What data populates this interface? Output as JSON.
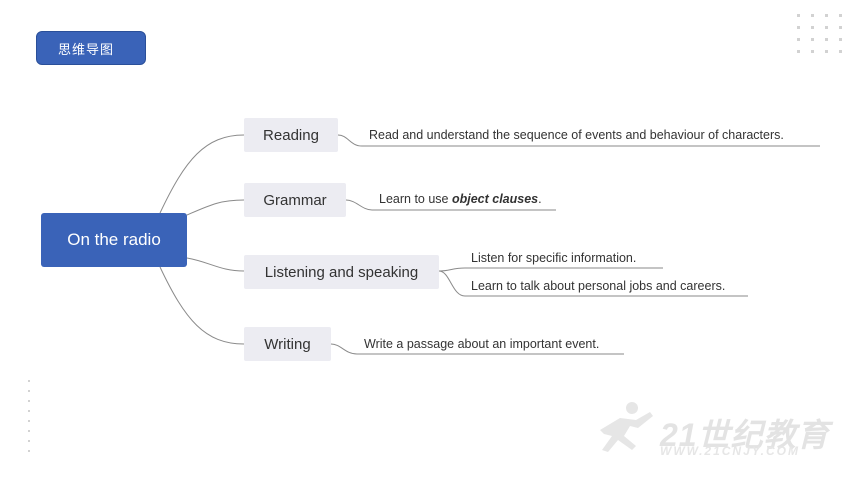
{
  "header": {
    "title": "思维导图"
  },
  "mindmap": {
    "root": "On the radio",
    "branches": [
      {
        "label": "Reading",
        "leaves": [
          "Read  and understand the sequence of events and behaviour of characters."
        ]
      },
      {
        "label": "Grammar",
        "leaves": [
          {
            "prefix": "Learn to use ",
            "emphasis": "object clauses",
            "suffix": "."
          }
        ]
      },
      {
        "label": "Listening and speaking",
        "leaves": [
          "Listen for specific information.",
          "Learn to talk about personal jobs and careers."
        ]
      },
      {
        "label": "Writing",
        "leaves": [
          "Write a passage about an important event."
        ]
      }
    ]
  },
  "watermark": {
    "logo_text": "21世纪教育",
    "url": "WWW.21CNJY.COM"
  },
  "colors": {
    "accent": "#3a63b8",
    "branch_bg": "#ececf2",
    "line": "#8a8a8a"
  }
}
